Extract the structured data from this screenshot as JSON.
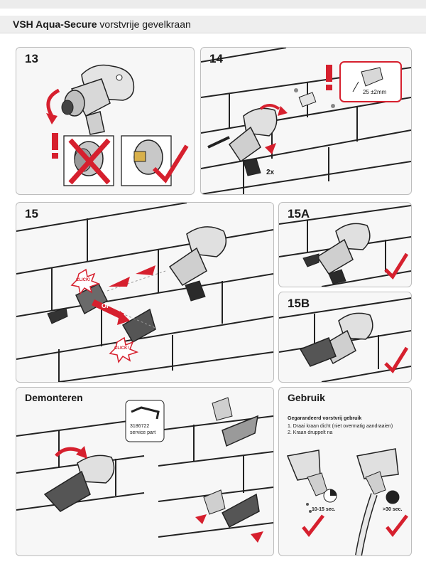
{
  "header": {
    "brand": "VSH Aqua-Secure",
    "subtitle": "vorstvrije gevelkraan"
  },
  "steps": {
    "s13": {
      "number": "13"
    },
    "s14": {
      "number": "14",
      "dimension": "25 ±2mm",
      "count": "2x"
    },
    "s15": {
      "number": "15",
      "click1": "CLICK!",
      "click2": "CLICK!",
      "arrow_label": "OF"
    },
    "s15a": {
      "number": "15A"
    },
    "s15b": {
      "number": "15B"
    }
  },
  "demonteren": {
    "title": "Demonteren",
    "part_code": "3186722",
    "part_label": "service part"
  },
  "gebruik": {
    "title": "Gebruik",
    "heading": "Gegarandeerd vorstvrij gebruik",
    "items": [
      "1.  Draai kraan dicht (niet overmatig aandraaien)",
      "2.  Kraan druppelt na"
    ],
    "time_left": "10-15 sec.",
    "time_right": ">30 sec."
  },
  "colors": {
    "accent": "#d6202e",
    "panel": "#f7f7f7",
    "border": "#bdbdbd"
  }
}
